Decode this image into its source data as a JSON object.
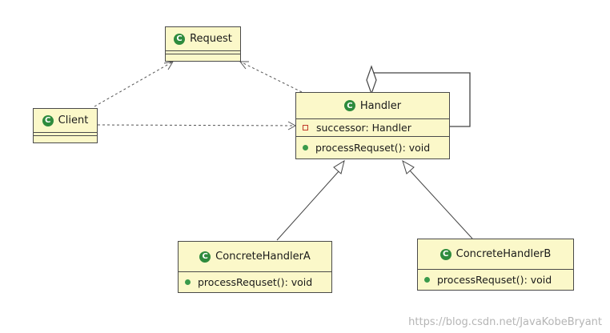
{
  "classes": {
    "request": {
      "name": "Request",
      "icon": "class-icon"
    },
    "client": {
      "name": "Client",
      "icon": "class-icon"
    },
    "handler": {
      "name": "Handler",
      "icon": "class-icon",
      "fields": [
        {
          "visibility": "private",
          "text": "successor: Handler"
        }
      ],
      "methods": [
        {
          "visibility": "public",
          "text": "processRequset(): void"
        }
      ]
    },
    "concrete_a": {
      "name": "ConcreteHandlerA",
      "icon": "class-icon",
      "methods": [
        {
          "visibility": "public",
          "text": "processRequset(): void"
        }
      ]
    },
    "concrete_b": {
      "name": "ConcreteHandlerB",
      "icon": "class-icon",
      "methods": [
        {
          "visibility": "public",
          "text": "processRequset(): void"
        }
      ]
    }
  },
  "icon_letter": "C",
  "watermark": "https://blog.csdn.net/JavaKobeBryant",
  "colors": {
    "class_fill": "#fbf8c9",
    "class_border": "#4a4a4a",
    "class_icon": "#2e8b3d",
    "public_marker": "#3a9a4b",
    "private_marker": "#c0392b"
  }
}
